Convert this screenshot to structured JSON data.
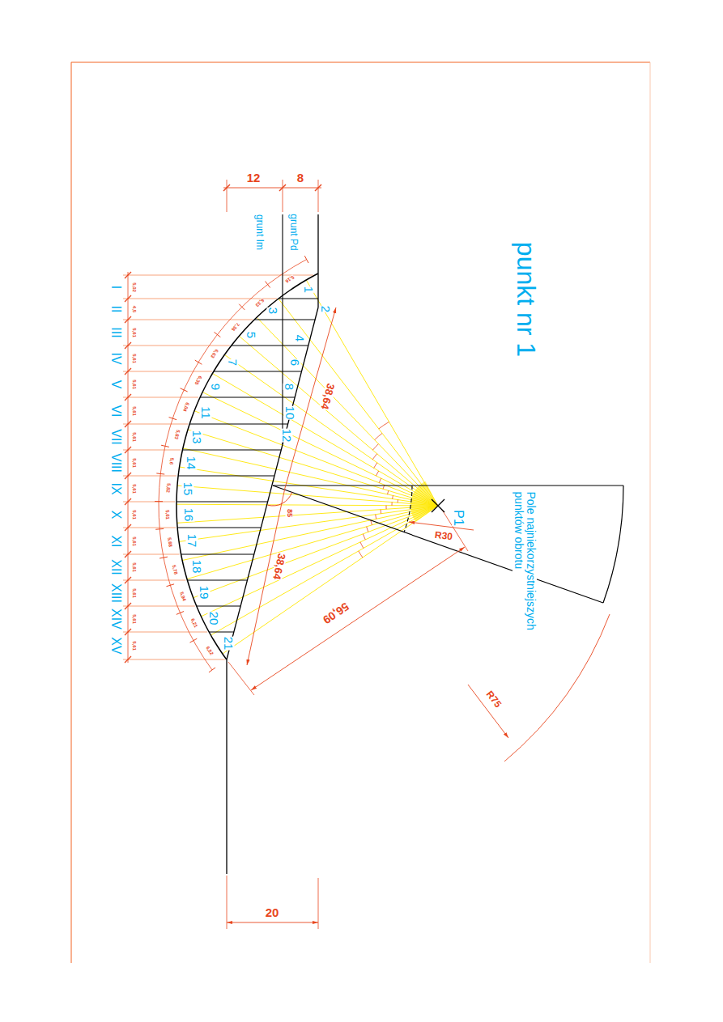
{
  "diagram": {
    "title": "punkt nr 1",
    "labels": [
      "Pole najniekorzystniejszych punktów obrotu",
      "P1",
      "R30",
      "R75",
      "56,09",
      "38,64",
      "38,64",
      "12",
      "8",
      "grunt Pd",
      "grunt Im",
      "20",
      "85",
      "1",
      "2",
      "3",
      "4",
      "5",
      "6",
      "7",
      "8",
      "9",
      "10",
      "11",
      "12",
      "13",
      "14",
      "15",
      "16",
      "17",
      "18",
      "19",
      "20",
      "21",
      "I",
      "II",
      "III",
      "IV",
      "V",
      "VI",
      "VII",
      "VIII",
      "IX",
      "X",
      "XI",
      "XII",
      "XIII",
      "XIV",
      "XV",
      "5,02",
      "4,5",
      "5,61",
      "5,61",
      "5,61",
      "5,61",
      "5,61",
      "5,61",
      "5,61",
      "5,61",
      "5,61",
      "5,61",
      "5,61",
      "5,61",
      "5,61",
      "5,16",
      "6,33",
      "7,36",
      "6,63",
      "6,35",
      "6,04",
      "5,83",
      "5,6",
      "5,82",
      "5,61",
      "5,68",
      "5,78",
      "5,94",
      "6,21",
      "6,52"
    ]
  }
}
